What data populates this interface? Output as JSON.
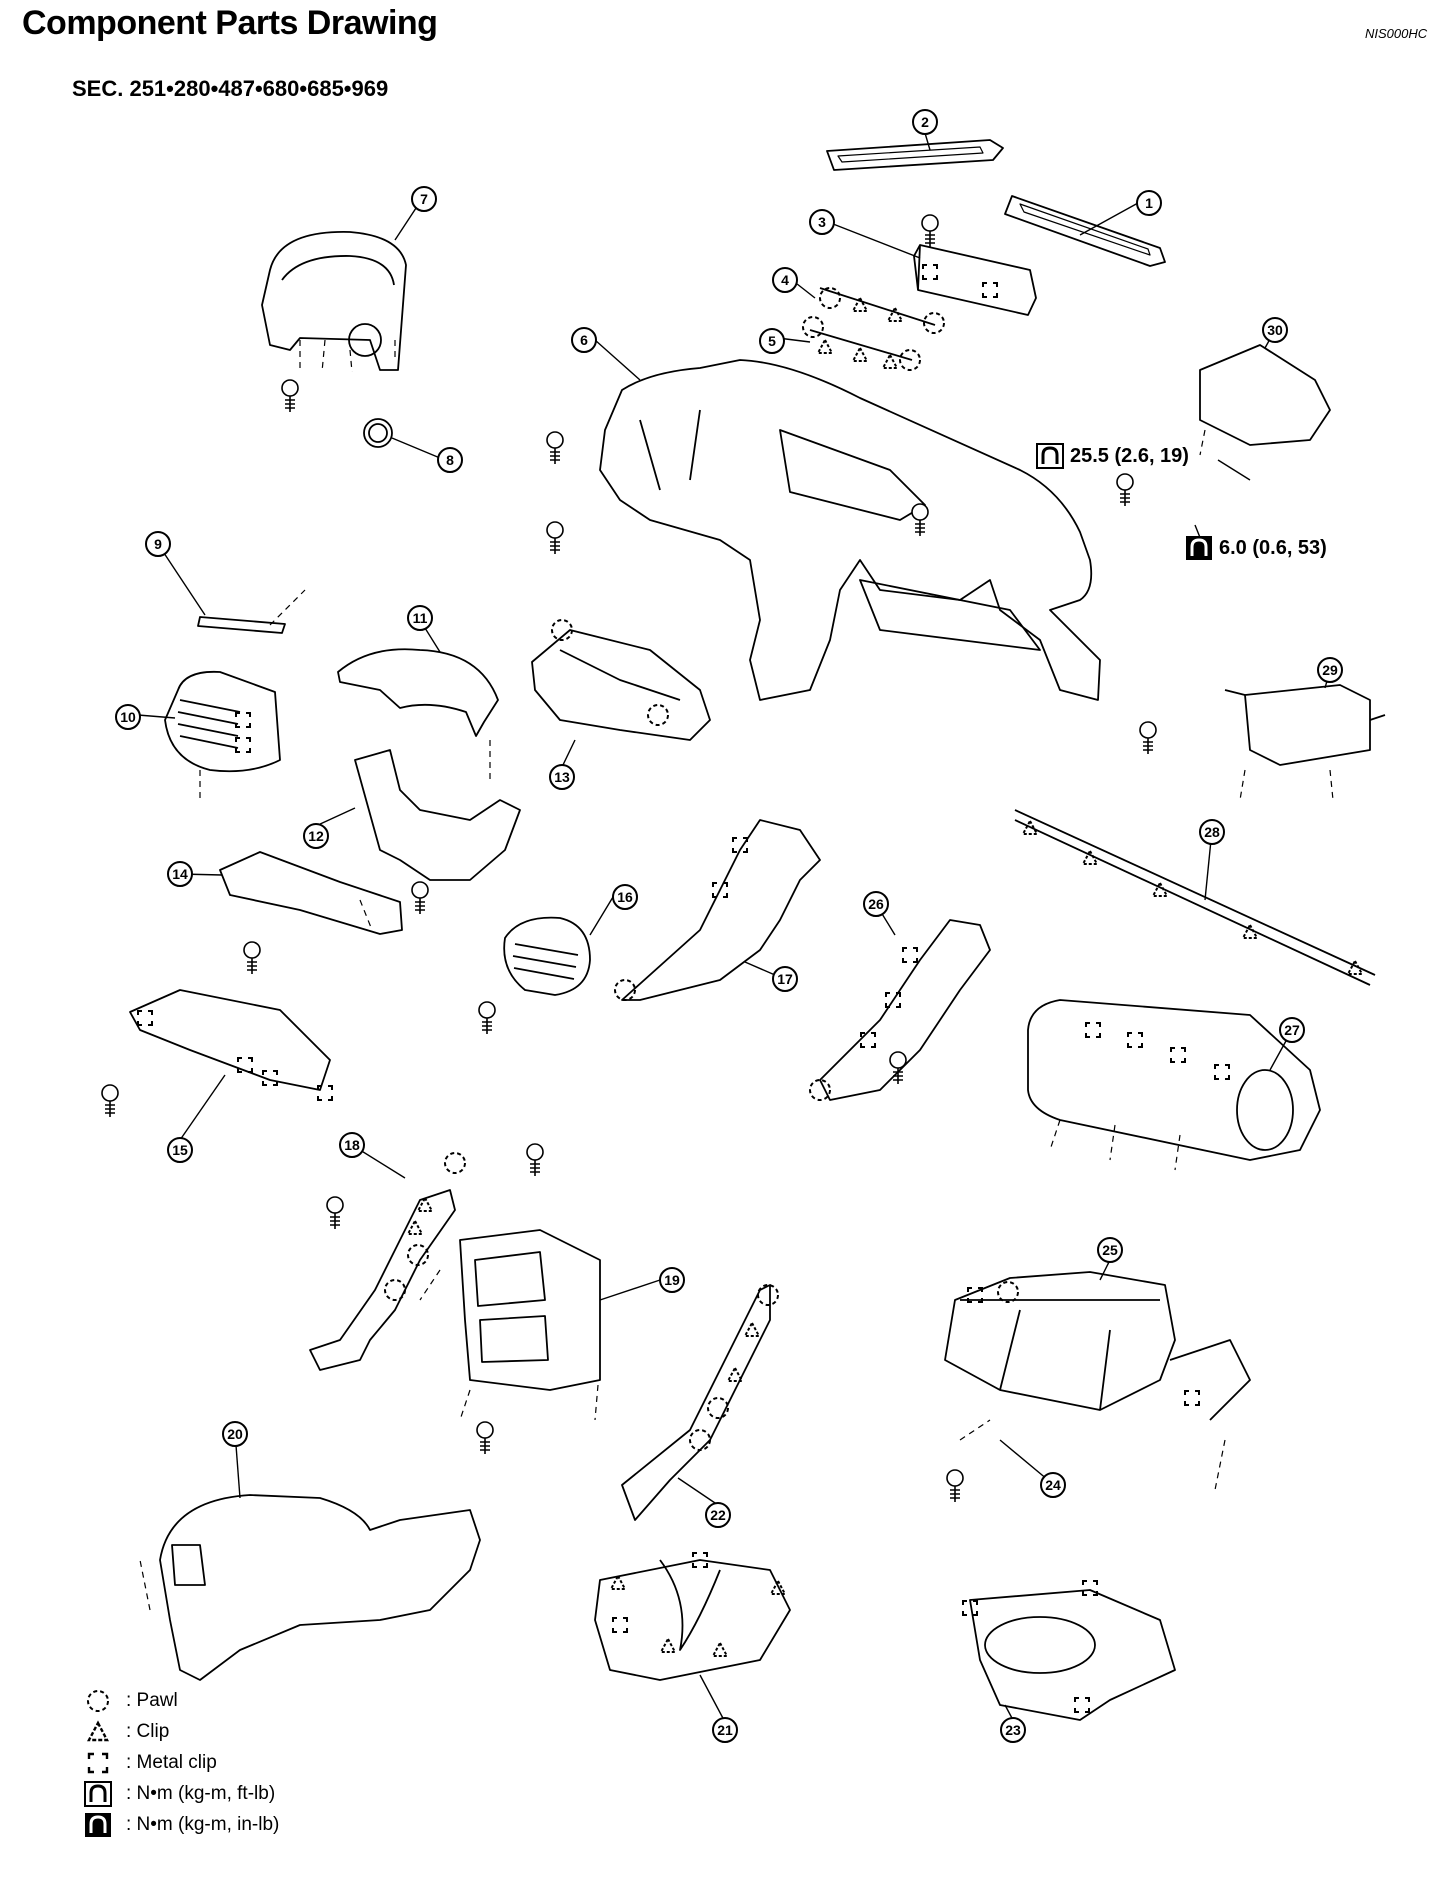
{
  "header": {
    "title": "Component Parts Drawing",
    "doc_id": "NIS000HC",
    "section": "SEC. 251•280•487•680•685•969"
  },
  "callouts": [
    "1",
    "2",
    "3",
    "4",
    "5",
    "6",
    "7",
    "8",
    "9",
    "10",
    "11",
    "12",
    "13",
    "14",
    "15",
    "16",
    "17",
    "18",
    "19",
    "20",
    "21",
    "22",
    "23",
    "24",
    "25",
    "26",
    "27",
    "28",
    "29",
    "30"
  ],
  "torque_specs": [
    {
      "value": "25.5 (2.6, 19)",
      "icon": "torque-ft-lb-icon"
    },
    {
      "value": "6.0 (0.6, 53)",
      "icon": "torque-in-lb-icon"
    }
  ],
  "legend": [
    {
      "icon": "pawl-icon",
      "label": ": Pawl"
    },
    {
      "icon": "clip-icon",
      "label": ": Clip"
    },
    {
      "icon": "metal-clip-icon",
      "label": ": Metal clip"
    },
    {
      "icon": "torque-ft-lb-icon",
      "label": ": N•m (kg-m, ft-lb)"
    },
    {
      "icon": "torque-in-lb-icon",
      "label": ": N•m (kg-m, in-lb)"
    }
  ]
}
